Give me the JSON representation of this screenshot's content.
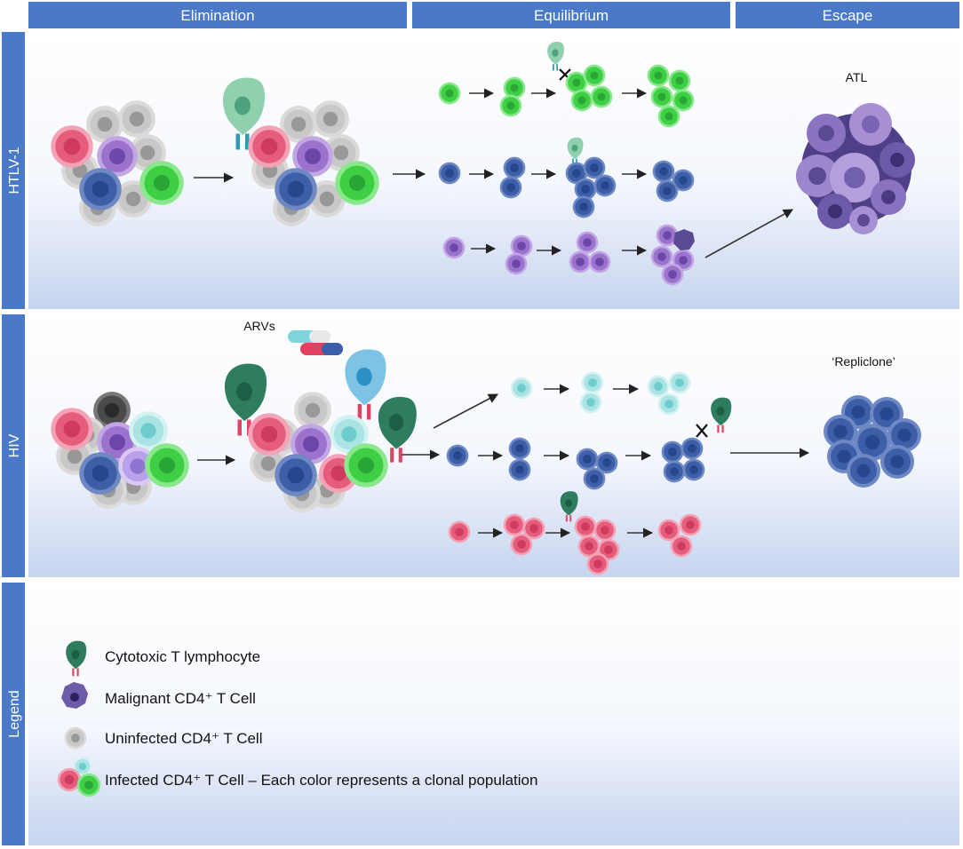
{
  "columns": {
    "elimination": "Elimination",
    "equilibrium": "Equilibrium",
    "escape": "Escape"
  },
  "rows": {
    "htlv": "HTLV-1",
    "hiv": "HIV",
    "legend": "Legend"
  },
  "labels": {
    "atl": "ATL",
    "repliclone": "‘Repliclone’",
    "arvs": "ARVs"
  },
  "legend": {
    "ctl": "Cytotoxic T lymphocyte",
    "malignant": "Malignant CD4⁺ T Cell",
    "uninfected": "Uninfected CD4⁺ T Cell",
    "infected": "Infected CD4⁺ T Cell – Each color represents a clonal population"
  },
  "colors": {
    "header": "#4a79c9",
    "green": "#3fcf45",
    "blue": "#3c5fa8",
    "purple": "#8e63c4",
    "pink": "#e65c7c",
    "teal": "#86d9d9",
    "gray": "#c9c7c7",
    "ctl": "#2e7d5f",
    "malignant": "#5b4a93"
  }
}
